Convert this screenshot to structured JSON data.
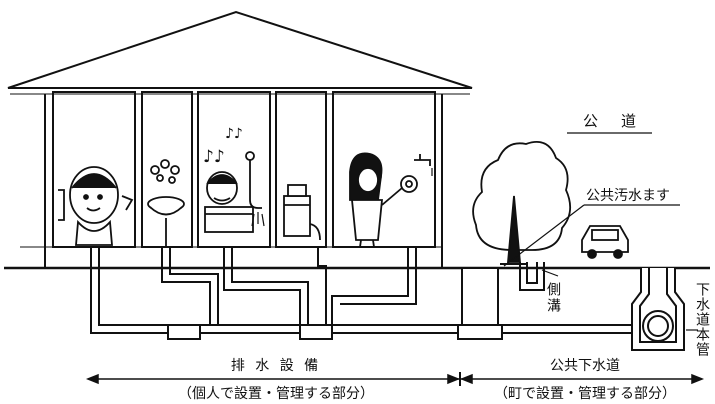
{
  "labels": {
    "public_road": "公　道",
    "public_sewer_basin": "公共汚水ます",
    "side_ditch": "側溝",
    "main_sewer_pipe": "下水道本管",
    "drainage_facilities": "排 水 設 備",
    "drainage_responsibility": "（個人で設置・管理する部分）",
    "public_sewerage": "公共下水道",
    "public_responsibility": "（町で設置・管理する部分）"
  },
  "music_notes": "♪♪",
  "colors": {
    "line": "#111111",
    "background": "#ffffff",
    "pipe_fill": "#ffffff"
  }
}
